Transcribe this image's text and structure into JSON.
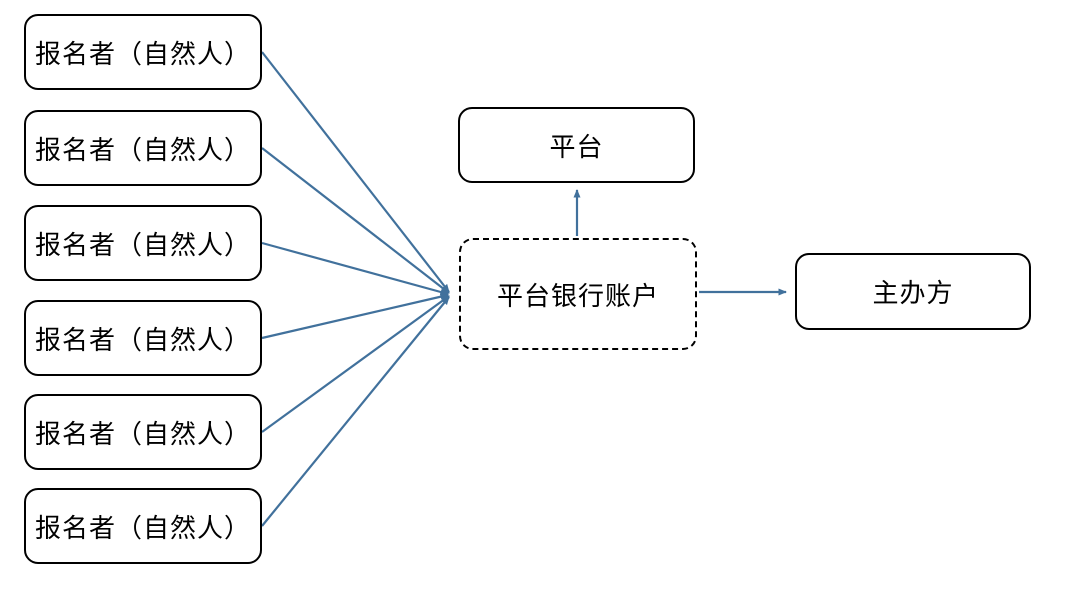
{
  "colors": {
    "arrow": "#41719C",
    "border": "#000000",
    "fill": "#FFFFFF",
    "text": "#000000",
    "background": "#FFFFFF"
  },
  "nodes": {
    "registrants": [
      {
        "label": "报名者（自然人）"
      },
      {
        "label": "报名者（自然人）"
      },
      {
        "label": "报名者（自然人）"
      },
      {
        "label": "报名者（自然人）"
      },
      {
        "label": "报名者（自然人）"
      },
      {
        "label": "报名者（自然人）"
      }
    ],
    "platform": {
      "label": "平台"
    },
    "platform_bank_account": {
      "label": "平台银行账户"
    },
    "organizer": {
      "label": "主办方"
    }
  },
  "edges": [
    {
      "from": "registrant-1",
      "to": "platform-bank-account"
    },
    {
      "from": "registrant-2",
      "to": "platform-bank-account"
    },
    {
      "from": "registrant-3",
      "to": "platform-bank-account"
    },
    {
      "from": "registrant-4",
      "to": "platform-bank-account"
    },
    {
      "from": "registrant-5",
      "to": "platform-bank-account"
    },
    {
      "from": "registrant-6",
      "to": "platform-bank-account"
    },
    {
      "from": "platform-bank-account",
      "to": "platform"
    },
    {
      "from": "platform-bank-account",
      "to": "organizer"
    }
  ]
}
